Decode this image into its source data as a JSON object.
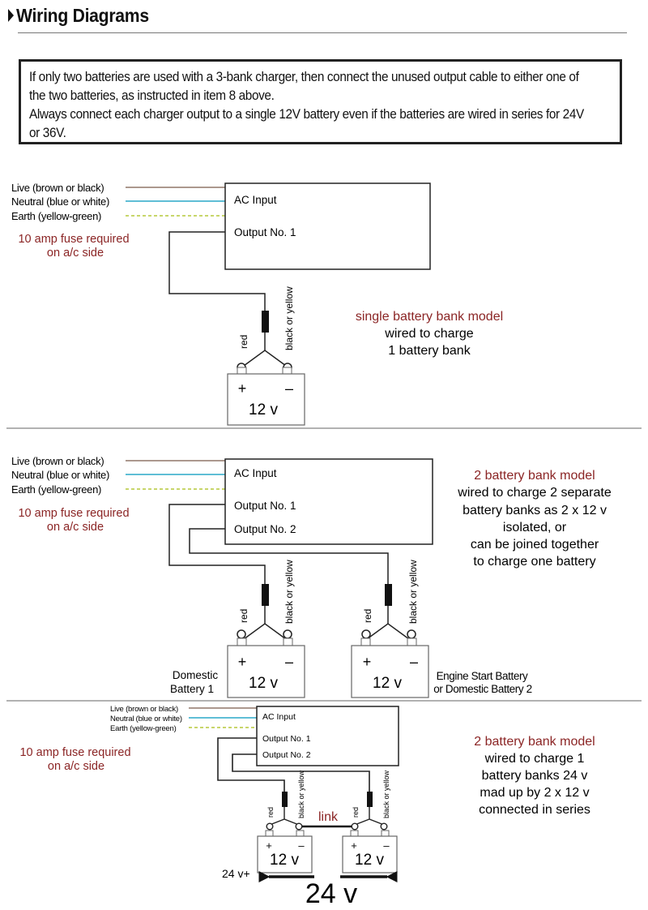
{
  "page": {
    "title": "Wiring Diagrams",
    "note_lines": [
      "If only two batteries are used with a 3-bank charger, then connect the unused output cable to either one of",
      "the two batteries, as instructed in item 8 above.",
      "Always connect each charger output to a single 12V battery even if the batteries are wired in series for 24V",
      "or 36V."
    ]
  },
  "wire_colors": {
    "live": "#7a5a4a",
    "neutral": "#2aa9c9",
    "earth": "#b5c93a",
    "output": "#222222"
  },
  "mains": {
    "live": "Live (brown or black)",
    "neutral": "Neutral (blue or white)",
    "earth": "Earth (yellow-green)",
    "fuse_line1": "10 amp fuse required",
    "fuse_line2": "on a/c side"
  },
  "charger": {
    "ac_input": "AC Input",
    "output1": "Output No. 1",
    "output2": "Output No. 2"
  },
  "terminals": {
    "positive_wire": "red",
    "negative_wire": "black or yellow",
    "plus": "+",
    "minus": "–"
  },
  "battery": {
    "voltage": "12 v"
  },
  "diagram1": {
    "title": "single  battery bank model",
    "lines": [
      "wired to charge",
      "1 battery bank"
    ]
  },
  "diagram2": {
    "title": "2 battery bank model",
    "lines": [
      "wired to charge 2 separate",
      "battery banks as 2 x 12 v",
      "isolated, or",
      "can be joined together",
      "to charge one battery"
    ],
    "battery1_label": [
      "Domestic",
      "Battery 1"
    ],
    "battery2_label": [
      "Engine Start Battery",
      "or Domestic Battery 2"
    ]
  },
  "diagram3": {
    "title": "2 battery bank model",
    "lines": [
      "wired to charge 1",
      "battery banks 24 v",
      "mad up by 2 x 12 v",
      "connected in series"
    ],
    "link_label": "link",
    "pos_label": "24 v+",
    "total_label": "24 v"
  }
}
